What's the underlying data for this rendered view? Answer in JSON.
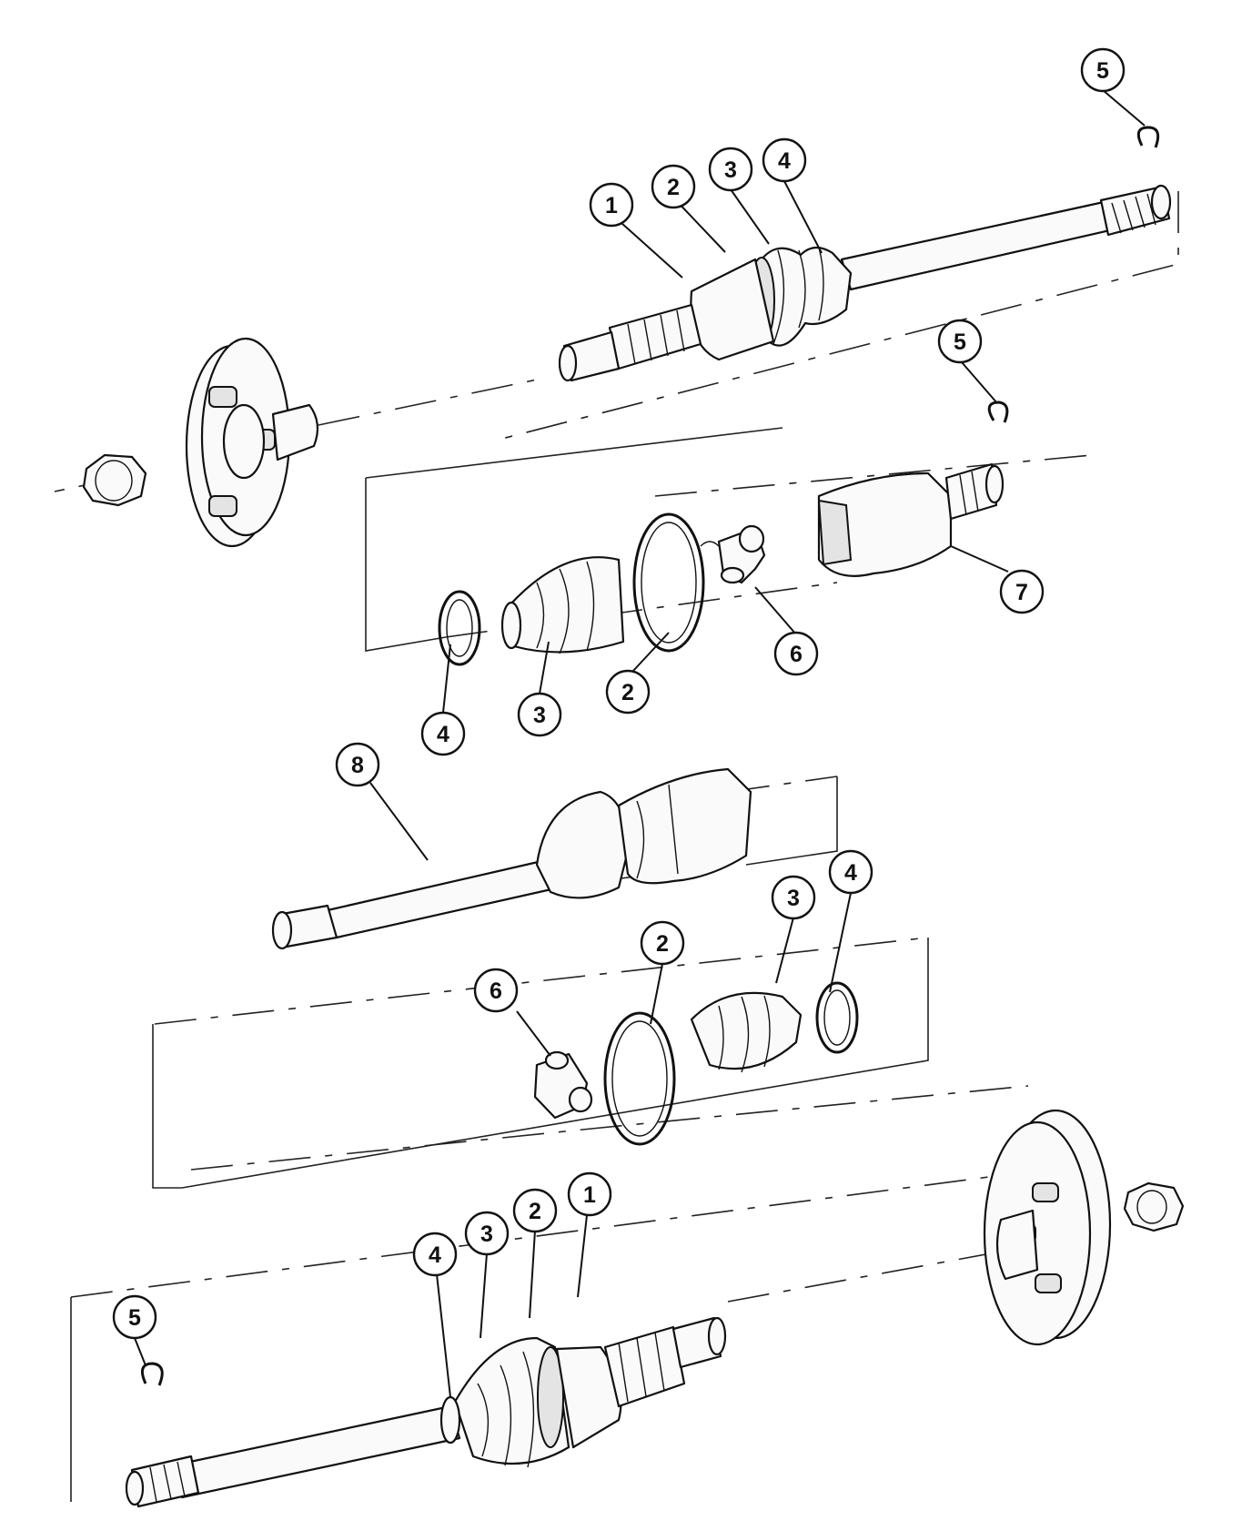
{
  "callouts": [
    {
      "id": "c1-top",
      "label": "1"
    },
    {
      "id": "c2-top",
      "label": "2"
    },
    {
      "id": "c3-top",
      "label": "3"
    },
    {
      "id": "c4-top",
      "label": "4"
    },
    {
      "id": "c5-top",
      "label": "5"
    },
    {
      "id": "c5-mid",
      "label": "5"
    },
    {
      "id": "c7",
      "label": "7"
    },
    {
      "id": "c6-upper",
      "label": "6"
    },
    {
      "id": "c2-upper",
      "label": "2"
    },
    {
      "id": "c3-upper",
      "label": "3"
    },
    {
      "id": "c4-upper",
      "label": "4"
    },
    {
      "id": "c8",
      "label": "8"
    },
    {
      "id": "c3-lower",
      "label": "3"
    },
    {
      "id": "c4-lower",
      "label": "4"
    },
    {
      "id": "c2-lower",
      "label": "2"
    },
    {
      "id": "c6-lower",
      "label": "6"
    },
    {
      "id": "c4-bottom",
      "label": "4"
    },
    {
      "id": "c3-bottom",
      "label": "3"
    },
    {
      "id": "c2-bottom",
      "label": "2"
    },
    {
      "id": "c1-bottom",
      "label": "1"
    },
    {
      "id": "c5-bottom",
      "label": "5"
    }
  ]
}
